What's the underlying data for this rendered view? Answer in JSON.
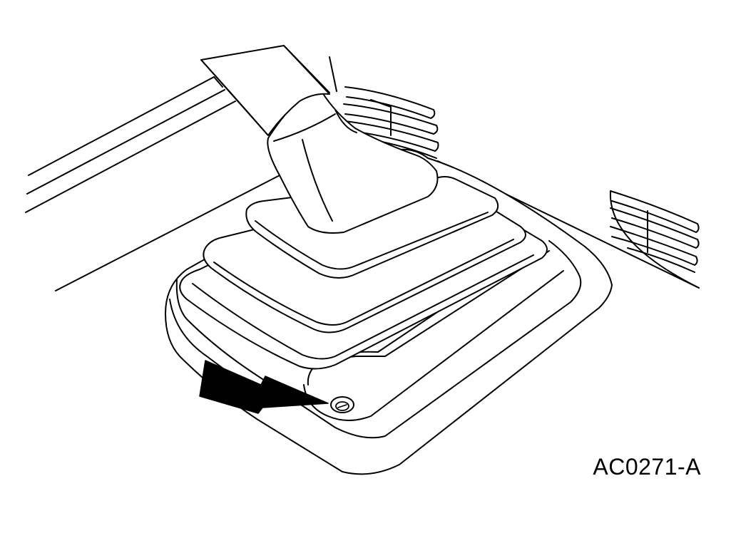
{
  "figure": {
    "reference_code": "AC0271-A",
    "callouts": [
      {
        "name": "arrow",
        "target": "bezel-retaining-screw",
        "count": 1
      }
    ]
  },
  "colors": {
    "ink": "#000000",
    "paper": "#ffffff"
  }
}
